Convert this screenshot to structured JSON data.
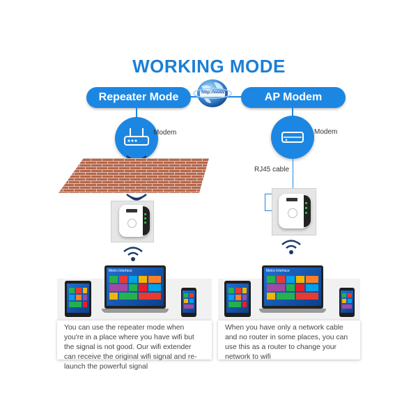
{
  "title": "WORKING MODE",
  "repeater": {
    "label": "Repeater Mode",
    "modem_label": "Modem",
    "screen_title": "Metro Interface",
    "description": "You can use the repeater mode when you're in a place where you have wifi but the signal is not good. Our wifi extender can receive the original wifi signal and re-launch the powerful signal"
  },
  "ap": {
    "label": "AP Modem",
    "modem_label": "Modem",
    "cable_label": "RJ45 cable",
    "screen_title": "Metro Interface",
    "description": "When you have only a network cable and no router in some places, you can use this as a router to change your network to wifi"
  },
  "globe_text": "http://www"
}
